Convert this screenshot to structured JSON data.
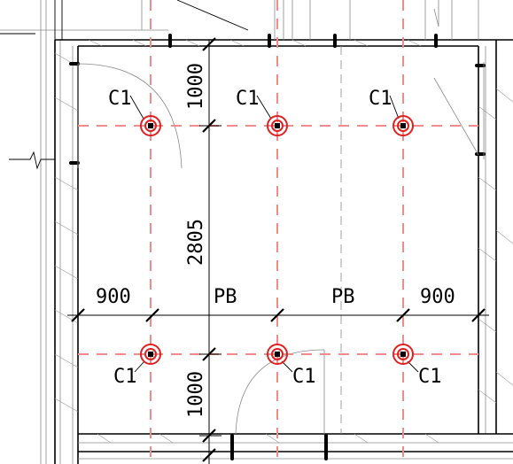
{
  "title": "",
  "accent_color": "#e02020",
  "grid_color": "#f28b8b",
  "column_tag": "C1",
  "dimensions": {
    "top_vertical": "1000",
    "middle_vertical": "2805",
    "bottom_vertical": "1000",
    "left_horizontal": "900",
    "center_left_horizontal": "PB",
    "center_right_horizontal": "PB",
    "right_horizontal": "900"
  },
  "columns": [
    {
      "id": "c1-top-left",
      "tag": "C1"
    },
    {
      "id": "c1-top-mid",
      "tag": "C1"
    },
    {
      "id": "c1-top-right",
      "tag": "C1"
    },
    {
      "id": "c1-bot-left",
      "tag": "C1"
    },
    {
      "id": "c1-bot-mid",
      "tag": "C1"
    },
    {
      "id": "c1-bot-right",
      "tag": "C1"
    }
  ]
}
